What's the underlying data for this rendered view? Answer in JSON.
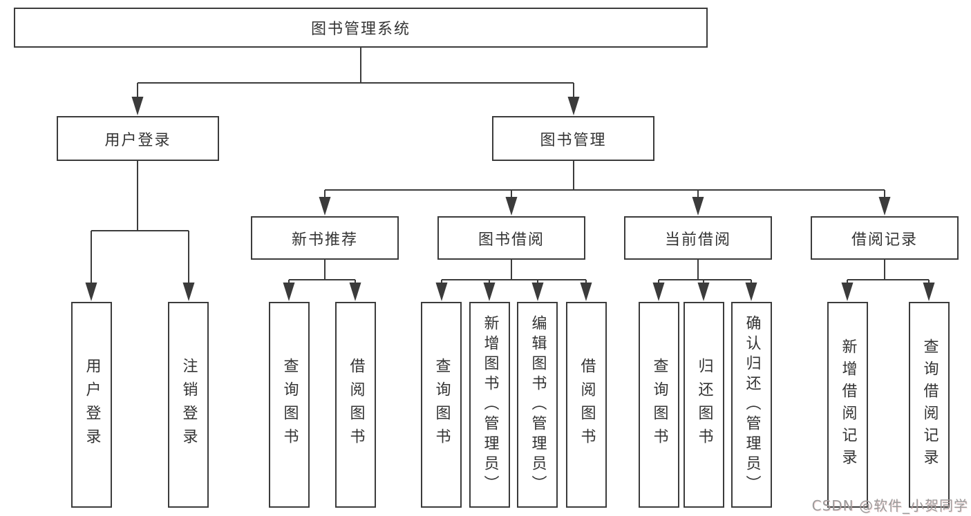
{
  "tree": {
    "label": "图书管理系统",
    "children": [
      {
        "label": "用户登录",
        "children": [
          {
            "label": "用户登录"
          },
          {
            "label": "注销登录"
          }
        ]
      },
      {
        "label": "图书管理",
        "children": [
          {
            "label": "新书推荐",
            "children": [
              {
                "label": "查询图书"
              },
              {
                "label": "借阅图书"
              }
            ]
          },
          {
            "label": "图书借阅",
            "children": [
              {
                "label": "查询图书"
              },
              {
                "label": "新增图书（管理员）"
              },
              {
                "label": "编辑图书（管理员）"
              },
              {
                "label": "借阅图书"
              }
            ]
          },
          {
            "label": "当前借阅",
            "children": [
              {
                "label": "查询图书"
              },
              {
                "label": "归还图书"
              },
              {
                "label": "确认归还（管理员）"
              }
            ]
          },
          {
            "label": "借阅记录",
            "children": [
              {
                "label": "新增借阅记录"
              },
              {
                "label": "查询借阅记录"
              }
            ]
          }
        ]
      }
    ]
  },
  "watermark": {
    "text": "CSDN @软件_小贺同学"
  },
  "colors": {
    "line": "#3b3b3b",
    "box_border": "#3b3b3b",
    "text": "#333333",
    "watermark": "#9b9b9b",
    "background": "#ffffff"
  }
}
